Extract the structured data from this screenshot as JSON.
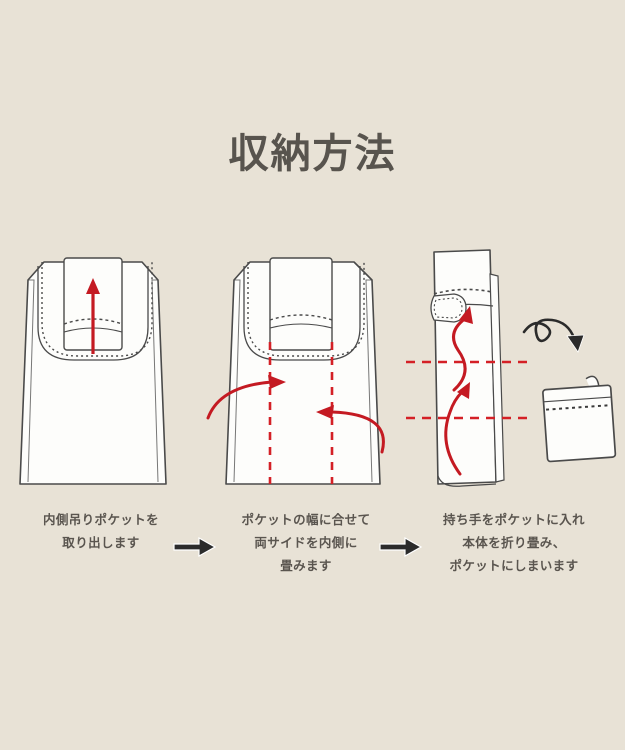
{
  "page": {
    "title": "収納方法",
    "background_color": "#e8e2d6",
    "title_color": "#58544e",
    "caption_color": "#5a554f",
    "bag_fill": "#fdfdfb",
    "bag_outline": "#4a4a4a",
    "fold_line_color": "#d42026",
    "arrow_red": "#c41a22",
    "separator_arrow_color": "#2b2b2b"
  },
  "steps": [
    {
      "index": "1",
      "illustration": "shopping-bag-with-inner-pocket",
      "annotation_arrow": "red-up-arrow",
      "caption_lines": [
        "内側吊りポケットを",
        "取り出します"
      ]
    },
    {
      "index": "2",
      "illustration": "shopping-bag-with-vertical-fold-lines",
      "annotation_arrow": "red-curved-inward-arrows",
      "caption_lines": [
        "ポケットの幅に合せて",
        "両サイドを内側に",
        "畳みます"
      ]
    },
    {
      "index": "3",
      "illustration": "folded-bag-strip-with-horizontal-fold-lines",
      "annotation_arrow": "red-curved-up-arrows",
      "final_item": "folded-pouch",
      "caption_lines": [
        "持ち手をポケットに入れ",
        "本体を折り畳み、",
        "ポケットにしまいます"
      ]
    }
  ],
  "separators": [
    {
      "name": "step1-to-step2",
      "icon": "arrow-right-icon"
    },
    {
      "name": "step2-to-step3",
      "icon": "arrow-right-icon"
    }
  ],
  "final": {
    "icon": "curled-arrow-down-icon",
    "result": "folded-pouch"
  }
}
